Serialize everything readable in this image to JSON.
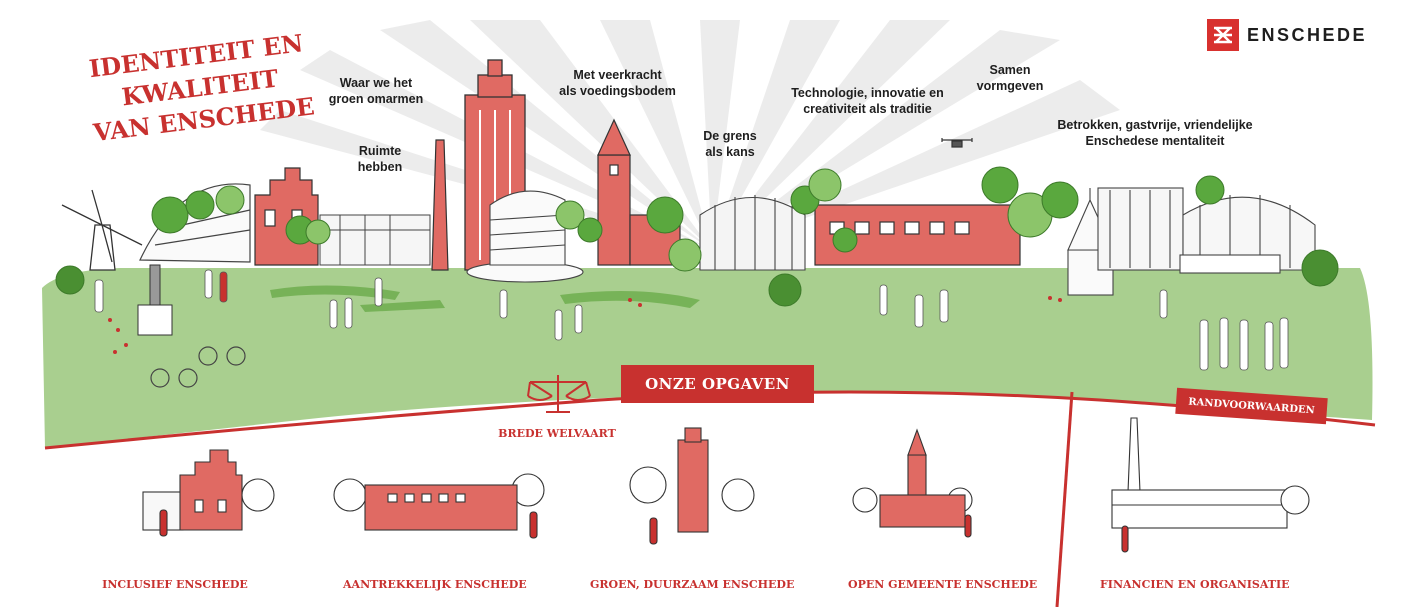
{
  "title": {
    "lines": [
      "IDENTITEIT EN",
      "KWALITEIT",
      "VAN ENSCHEDE"
    ]
  },
  "logo": {
    "text": "ENSCHEDE"
  },
  "captions": {
    "groen": "Waar we het\ngroen omarmen",
    "ruimte": "Ruimte\nhebben",
    "veerkracht": "Met veerkracht\nals voedingsbodem",
    "grens": "De grens\nals kans",
    "technologie": "Technologie, innovatie en\ncreativiteit als traditie",
    "samen": "Samen\nvormgeven",
    "mentaliteit": "Betrokken, gastvrije, vriendelijke\nEnschedese mentaliteit"
  },
  "banner": {
    "label": "ONZE OPGAVEN"
  },
  "welvaart": {
    "label": "BREDE WELVAART"
  },
  "randvoorwaarden": {
    "label": "RANDVOORWAARDEN"
  },
  "pillars": [
    {
      "label": "INCLUSIEF ENSCHEDE"
    },
    {
      "label": "AANTREKKELIJK ENSCHEDE"
    },
    {
      "label": "GROEN, DUURZAAM ENSCHEDE"
    },
    {
      "label": "OPEN GEMEENTE ENSCHEDE"
    },
    {
      "label": "FINANCIEN EN ORGANISATIE"
    }
  ],
  "colors": {
    "brand_red": "#c8312f",
    "building_red": "#e06a63",
    "grass_green": "#a9cf8f",
    "tree_green": "#5aa83e"
  },
  "icons": [
    "windmill-icon",
    "drone-icon",
    "balance-scale-icon",
    "enschede-logo-icon"
  ]
}
